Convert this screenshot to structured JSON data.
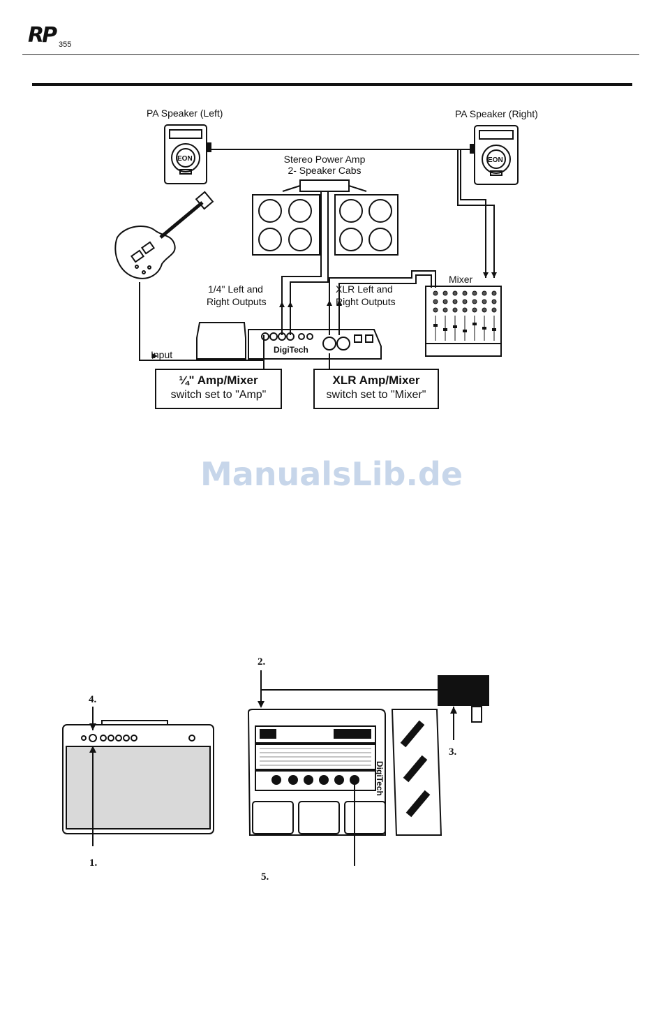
{
  "header": {
    "logo_main": "RP",
    "logo_sub": "355"
  },
  "diagram1": {
    "pa_left": "PA Speaker (Left)",
    "pa_right": "PA Speaker (Right)",
    "speaker_brand": "EON",
    "power_amp_line1": "Stereo Power Amp",
    "power_amp_line2": "2- Speaker Cabs",
    "mixer": "Mixer",
    "quarter_out_line1": "1/4\" Left and",
    "quarter_out_line2": "Right Outputs",
    "xlr_out_line1": "XLR Left and",
    "xlr_out_line2": "Right Outputs",
    "input": "Input",
    "pedal_brand": "DigiTech",
    "callout_quarter_title": "¼\" Amp/Mixer",
    "callout_quarter_sub": "switch set to \"Amp\"",
    "callout_xlr_title": "XLR Amp/Mixer",
    "callout_xlr_sub": "switch set to \"Mixer\""
  },
  "watermark": "ManualsLib.de",
  "diagram2": {
    "step1": "1.",
    "step2": "2.",
    "step3": "3.",
    "step4": "4.",
    "step5": "5.",
    "pedal_brand": "DigiTech"
  }
}
